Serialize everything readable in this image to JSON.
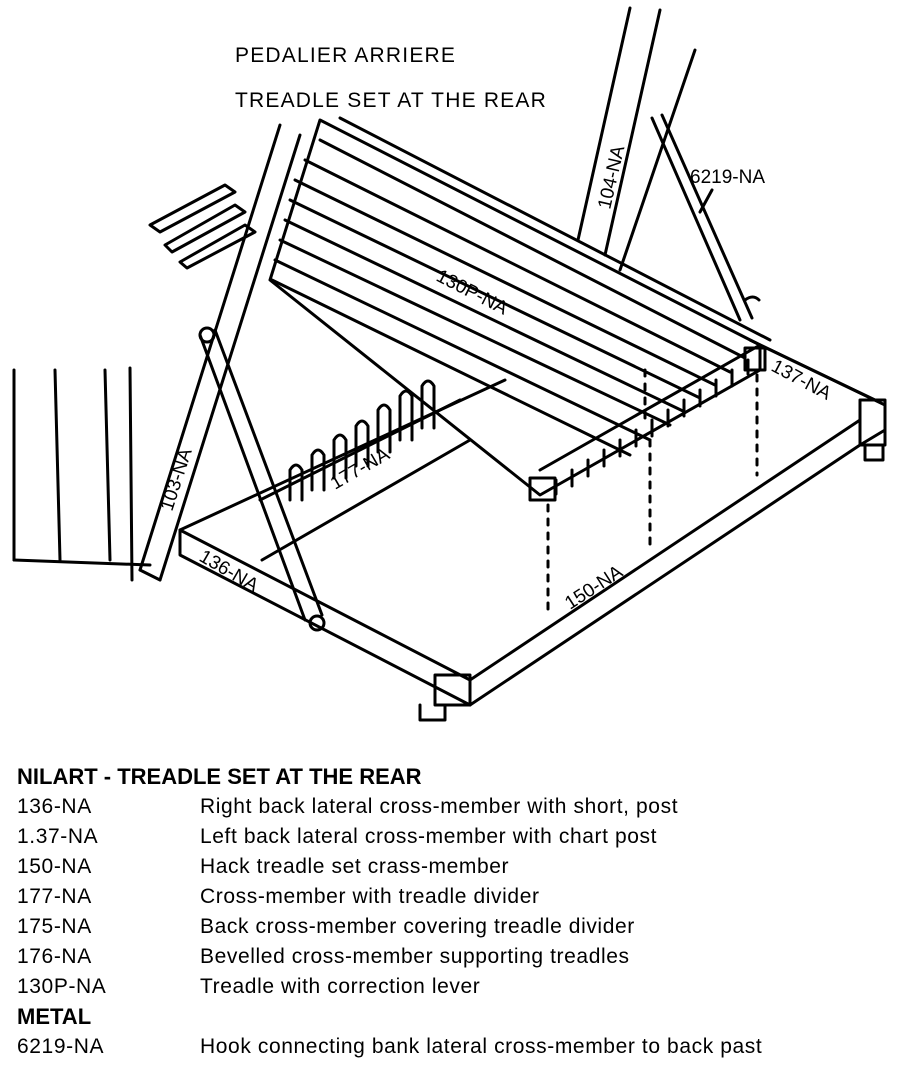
{
  "drawing": {
    "header_fr": "PEDALIER ARRIERE",
    "header_en": "TREADLE SET AT THE REAR",
    "labels": {
      "l_103": "103-NA",
      "l_104": "104-NA",
      "l_6219": "6219-NA",
      "l_130p": "130P-NA",
      "l_137": "137-NA",
      "l_177": "177-NA",
      "l_136": "136-NA",
      "l_150": "150-NA"
    }
  },
  "legend": {
    "title": "NILART - TREADLE SET AT THE REAR",
    "parts": [
      {
        "code": "136-NA",
        "desc": "Right back lateral cross-member with short, post"
      },
      {
        "code": "1.37-NA",
        "desc": "Left back lateral cross-member with chart post"
      },
      {
        "code": "150-NA",
        "desc": "Hack treadle set crass-member"
      },
      {
        "code": "177-NA",
        "desc": "Cross-member with treadle divider"
      },
      {
        "code": "175-NA",
        "desc": "Back cross-member covering treadle divider"
      },
      {
        "code": "176-NA",
        "desc": "Bevelled cross-member supporting treadles"
      },
      {
        "code": "130P-NA",
        "desc": "Treadle with correction lever"
      }
    ],
    "metal_title": "METAL",
    "metal_parts": [
      {
        "code": "6219-NA",
        "desc": "Hook connecting bank lateral cross-member to back past"
      }
    ]
  }
}
